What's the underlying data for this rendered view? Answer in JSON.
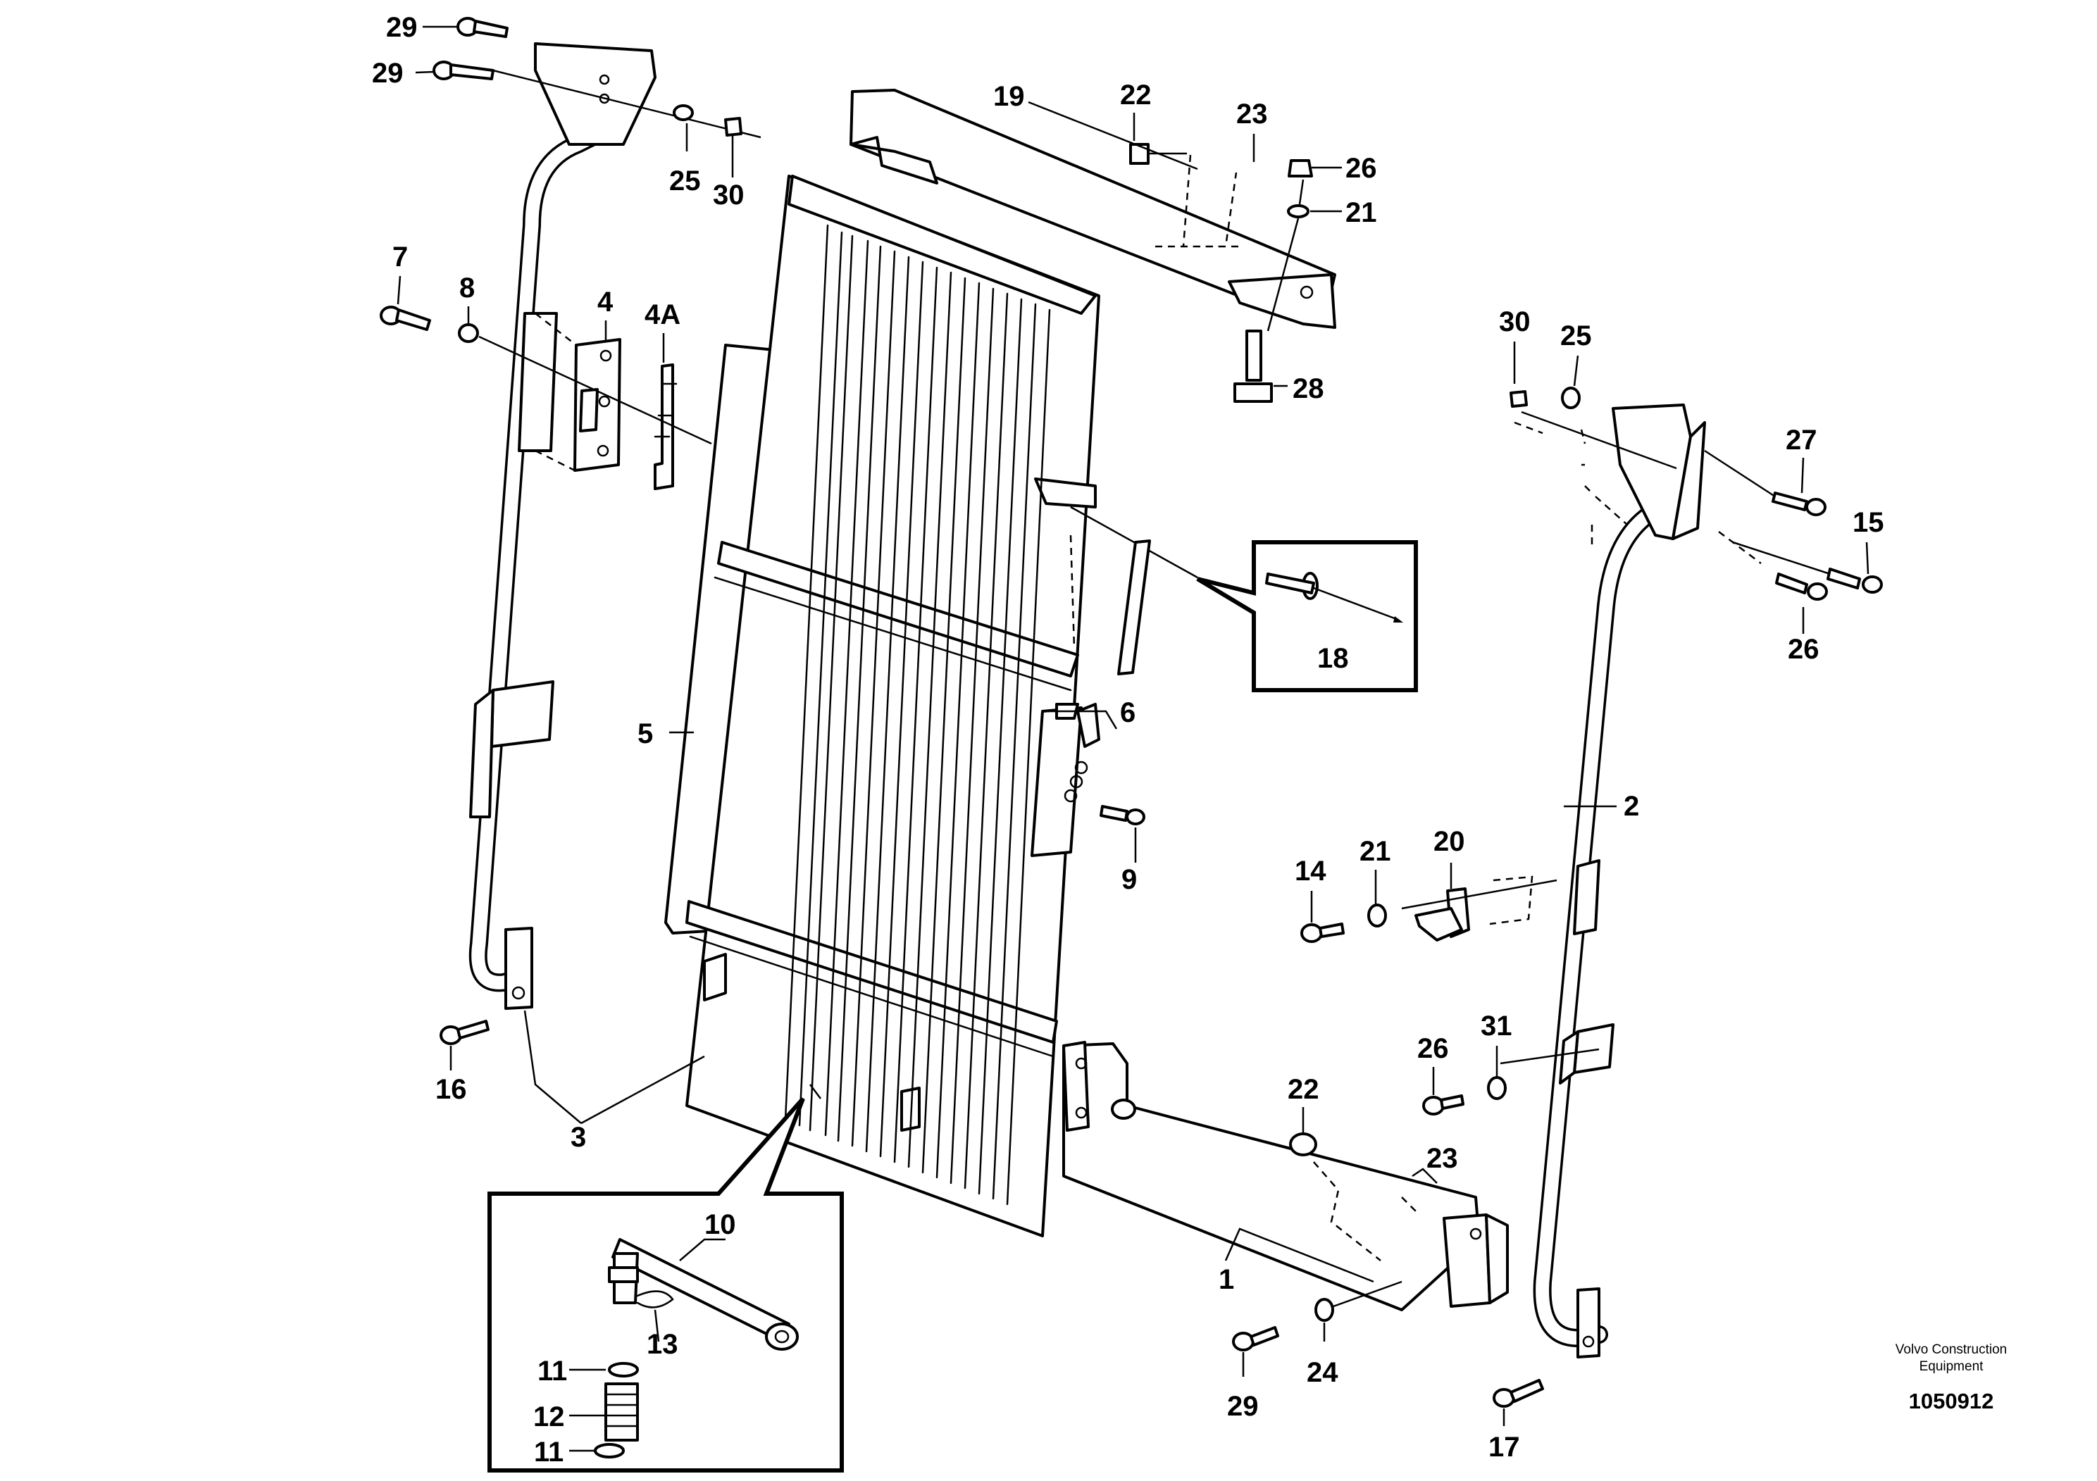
{
  "diagram": {
    "callouts": [
      "29",
      "29",
      "25",
      "30",
      "19",
      "22",
      "23",
      "26",
      "21",
      "28",
      "7",
      "8",
      "4",
      "4A",
      "30",
      "25",
      "27",
      "15",
      "26",
      "18",
      "6",
      "5",
      "2",
      "9",
      "14",
      "21",
      "20",
      "26",
      "31",
      "22",
      "23",
      "16",
      "3",
      "1",
      "10",
      "13",
      "11",
      "12",
      "11",
      "29",
      "24",
      "17"
    ]
  },
  "footer": {
    "brand_line1": "Volvo Construction",
    "brand_line2": "Equipment",
    "doc_number": "1050912"
  }
}
